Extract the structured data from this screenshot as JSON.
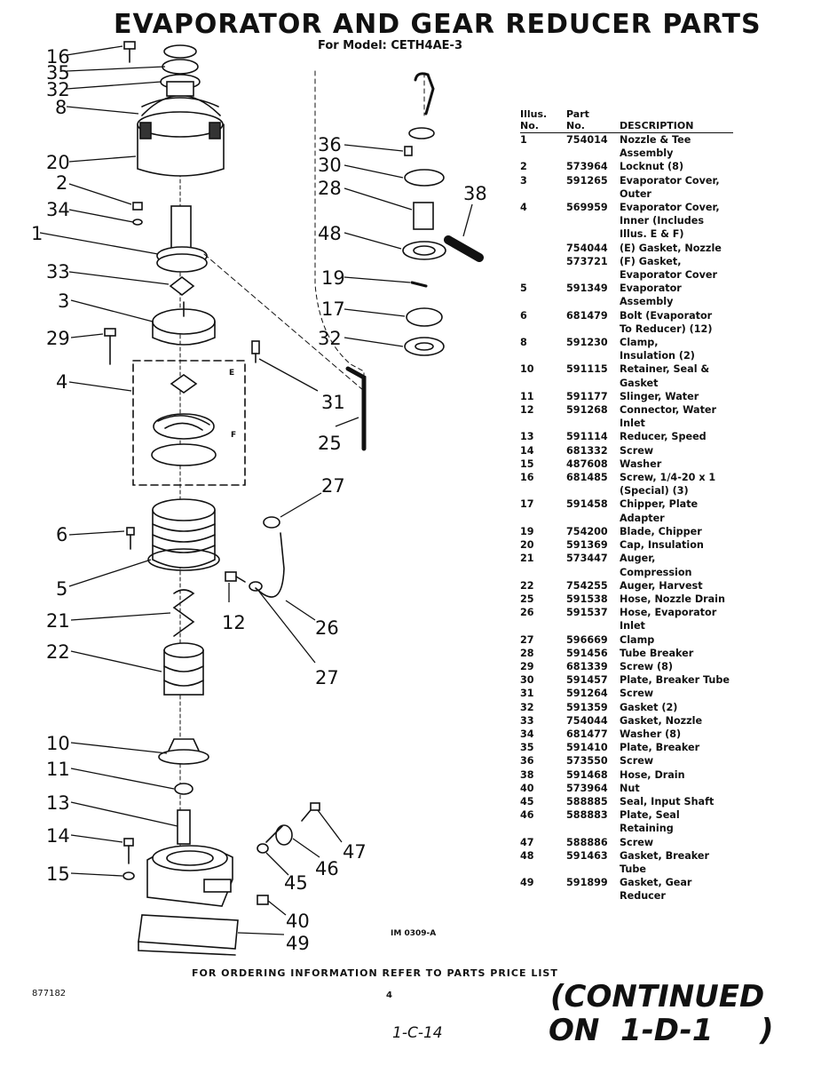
{
  "title": "EVAPORATOR AND GEAR REDUCER PARTS",
  "subtitle": "For Model: CETH4AE-3",
  "callouts": {
    "c16": "16",
    "c35": "35",
    "c32a": "32",
    "c8": "8",
    "c20": "20",
    "c2": "2",
    "c34": "34",
    "c1": "1",
    "c33": "33",
    "c3": "3",
    "c29": "29",
    "c4": "4",
    "c6": "6",
    "c5": "5",
    "c21": "21",
    "c22": "22",
    "c10": "10",
    "c11": "11",
    "c13": "13",
    "c14": "14",
    "c15": "15",
    "c12": "12",
    "c26": "26",
    "c27a": "27",
    "c27b": "27",
    "c36": "36",
    "c30": "30",
    "c28": "28",
    "c38": "38",
    "c48": "48",
    "c19": "19",
    "c17": "17",
    "c32b": "32",
    "c31": "31",
    "c25": "25",
    "c47": "47",
    "c46": "46",
    "c45": "45",
    "c40": "40",
    "c49": "49",
    "cE": "E",
    "cF": "F"
  },
  "table": {
    "head_illus": [
      "Illus.",
      "No."
    ],
    "head_part": [
      "Part",
      "No."
    ],
    "head_desc": "DESCRIPTION",
    "rows": [
      {
        "illus": "1",
        "part": "754014",
        "desc": [
          "Nozzle & Tee",
          "Assembly"
        ]
      },
      {
        "illus": "2",
        "part": "573964",
        "desc": [
          "Locknut (8)"
        ]
      },
      {
        "illus": "3",
        "part": "591265",
        "desc": [
          "Evaporator Cover,",
          "Outer"
        ]
      },
      {
        "illus": "4",
        "part": "569959",
        "desc": [
          "Evaporator Cover,",
          "Inner (Includes",
          "Illus. E & F)"
        ]
      },
      {
        "illus": "",
        "part": "754044",
        "desc": [
          "(E) Gasket, Nozzle"
        ]
      },
      {
        "illus": "",
        "part": "573721",
        "desc": [
          "(F) Gasket,",
          "Evaporator Cover"
        ]
      },
      {
        "illus": "5",
        "part": "591349",
        "desc": [
          "Evaporator",
          "Assembly"
        ]
      },
      {
        "illus": "6",
        "part": "681479",
        "desc": [
          "Bolt (Evaporator",
          "To Reducer) (12)"
        ]
      },
      {
        "illus": "8",
        "part": "591230",
        "desc": [
          "Clamp,",
          "Insulation (2)"
        ]
      },
      {
        "illus": "10",
        "part": "591115",
        "desc": [
          "Retainer, Seal &",
          "Gasket"
        ]
      },
      {
        "illus": "11",
        "part": "591177",
        "desc": [
          "Slinger, Water"
        ]
      },
      {
        "illus": "12",
        "part": "591268",
        "desc": [
          "Connector, Water",
          "Inlet"
        ]
      },
      {
        "illus": "13",
        "part": "591114",
        "desc": [
          "Reducer, Speed"
        ]
      },
      {
        "illus": "14",
        "part": "681332",
        "desc": [
          "Screw"
        ]
      },
      {
        "illus": "15",
        "part": "487608",
        "desc": [
          "Washer"
        ]
      },
      {
        "illus": "16",
        "part": "681485",
        "desc": [
          "Screw, 1/4-20 x 1",
          "(Special) (3)"
        ]
      },
      {
        "illus": "17",
        "part": "591458",
        "desc": [
          "Chipper, Plate",
          "Adapter"
        ]
      },
      {
        "illus": "19",
        "part": "754200",
        "desc": [
          "Blade, Chipper"
        ]
      },
      {
        "illus": "20",
        "part": "591369",
        "desc": [
          "Cap, Insulation"
        ]
      },
      {
        "illus": "21",
        "part": "573447",
        "desc": [
          "Auger,",
          "Compression"
        ]
      },
      {
        "illus": "22",
        "part": "754255",
        "desc": [
          "Auger, Harvest"
        ]
      },
      {
        "illus": "25",
        "part": "591538",
        "desc": [
          "Hose, Nozzle Drain"
        ]
      },
      {
        "illus": "26",
        "part": "591537",
        "desc": [
          "Hose, Evaporator",
          "Inlet"
        ]
      },
      {
        "illus": "27",
        "part": "596669",
        "desc": [
          "Clamp"
        ]
      },
      {
        "illus": "28",
        "part": "591456",
        "desc": [
          "Tube Breaker"
        ]
      },
      {
        "illus": "29",
        "part": "681339",
        "desc": [
          "Screw (8)"
        ]
      },
      {
        "illus": "30",
        "part": "591457",
        "desc": [
          "Plate, Breaker Tube"
        ]
      },
      {
        "illus": "31",
        "part": "591264",
        "desc": [
          "Screw"
        ]
      },
      {
        "illus": "32",
        "part": "591359",
        "desc": [
          "Gasket (2)"
        ]
      },
      {
        "illus": "33",
        "part": "754044",
        "desc": [
          "Gasket, Nozzle"
        ]
      },
      {
        "illus": "34",
        "part": "681477",
        "desc": [
          "Washer (8)"
        ]
      },
      {
        "illus": "35",
        "part": "591410",
        "desc": [
          "Plate, Breaker"
        ]
      },
      {
        "illus": "36",
        "part": "573550",
        "desc": [
          "Screw"
        ]
      },
      {
        "illus": "38",
        "part": "591468",
        "desc": [
          "Hose, Drain"
        ]
      },
      {
        "illus": "40",
        "part": "573964",
        "desc": [
          "Nut"
        ]
      },
      {
        "illus": "45",
        "part": "588885",
        "desc": [
          "Seal, Input Shaft"
        ]
      },
      {
        "illus": "46",
        "part": "588883",
        "desc": [
          "Plate, Seal",
          "Retaining"
        ]
      },
      {
        "illus": "47",
        "part": "588886",
        "desc": [
          "Screw"
        ]
      },
      {
        "illus": "48",
        "part": "591463",
        "desc": [
          "Gasket, Breaker",
          "Tube"
        ]
      },
      {
        "illus": "49",
        "part": "591899",
        "desc": [
          "Gasket, Gear",
          "Reducer"
        ]
      }
    ]
  },
  "im_ref": "IM 0309-A",
  "footer_note": "FOR ORDERING INFORMATION REFER TO PARTS PRICE LIST",
  "doc_number": "877182",
  "page_number": "4",
  "handwritten_date": "1-C-14",
  "handwritten_continued_line1": "(CONTINUED",
  "handwritten_continued_line2": "ON  1-D-1",
  "handwritten_close_paren": ")"
}
